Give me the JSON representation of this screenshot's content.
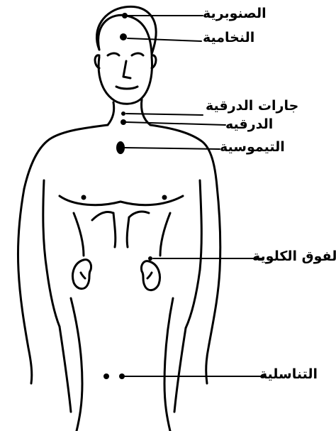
{
  "diagram": {
    "title": "",
    "labels": {
      "pineal": "الصنوبرية",
      "pituitary": "النخامية",
      "parathyroid": "جارات الدرقية",
      "thyroid": "الدرقيه",
      "thymus": "التيموسية",
      "adrenal": "الفوق الكلوية",
      "gonads": "التناسلية"
    },
    "colors": {
      "ink": "#000000",
      "background": "#ffffff"
    }
  }
}
